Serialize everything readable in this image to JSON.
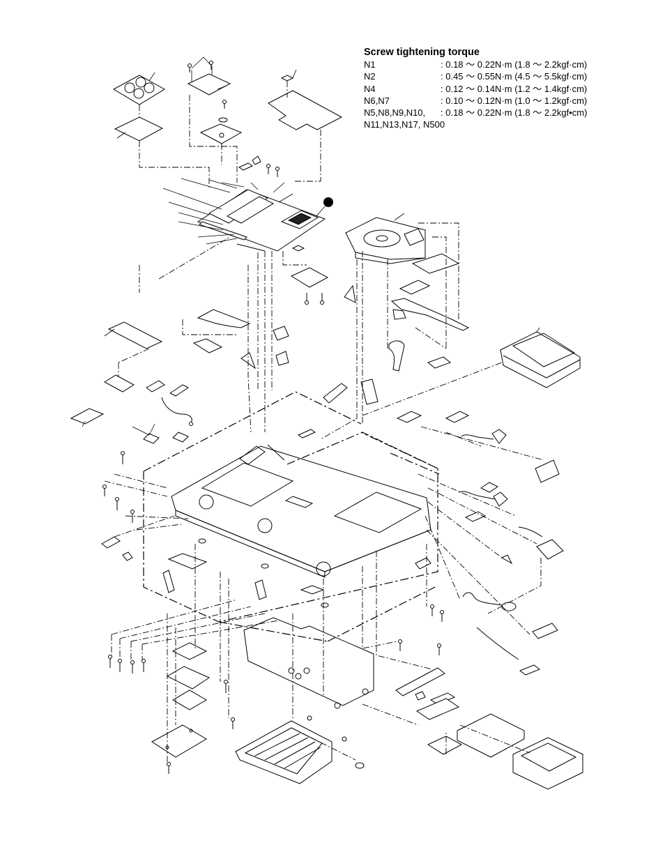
{
  "torque": {
    "title": "Screw tightening torque",
    "rows": [
      {
        "label": "N1",
        "value": ":  0.18 ～ 0.22N·m (1.8 ～ 2.2kgf·cm)"
      },
      {
        "label": "N2",
        "value": ":  0.45 ～ 0.55N·m (4.5 ～ 5.5kgf·cm)"
      },
      {
        "label": "N4",
        "value": ":  0.12 ～ 0.14N·m (1.2 ～ 1.4kgf·cm)"
      },
      {
        "label": "N6,N7",
        "value": ":  0.10 ～ 0.12N·m (1.0 ～ 1.2kgf·cm)"
      },
      {
        "label": "N5,N8,N9,N10,",
        "value": ":  0.18 ～ 0.22N·m (1.8 ～ 2.2kgf•cm)"
      }
    ],
    "extra": "N11,N13,N17, N500"
  }
}
